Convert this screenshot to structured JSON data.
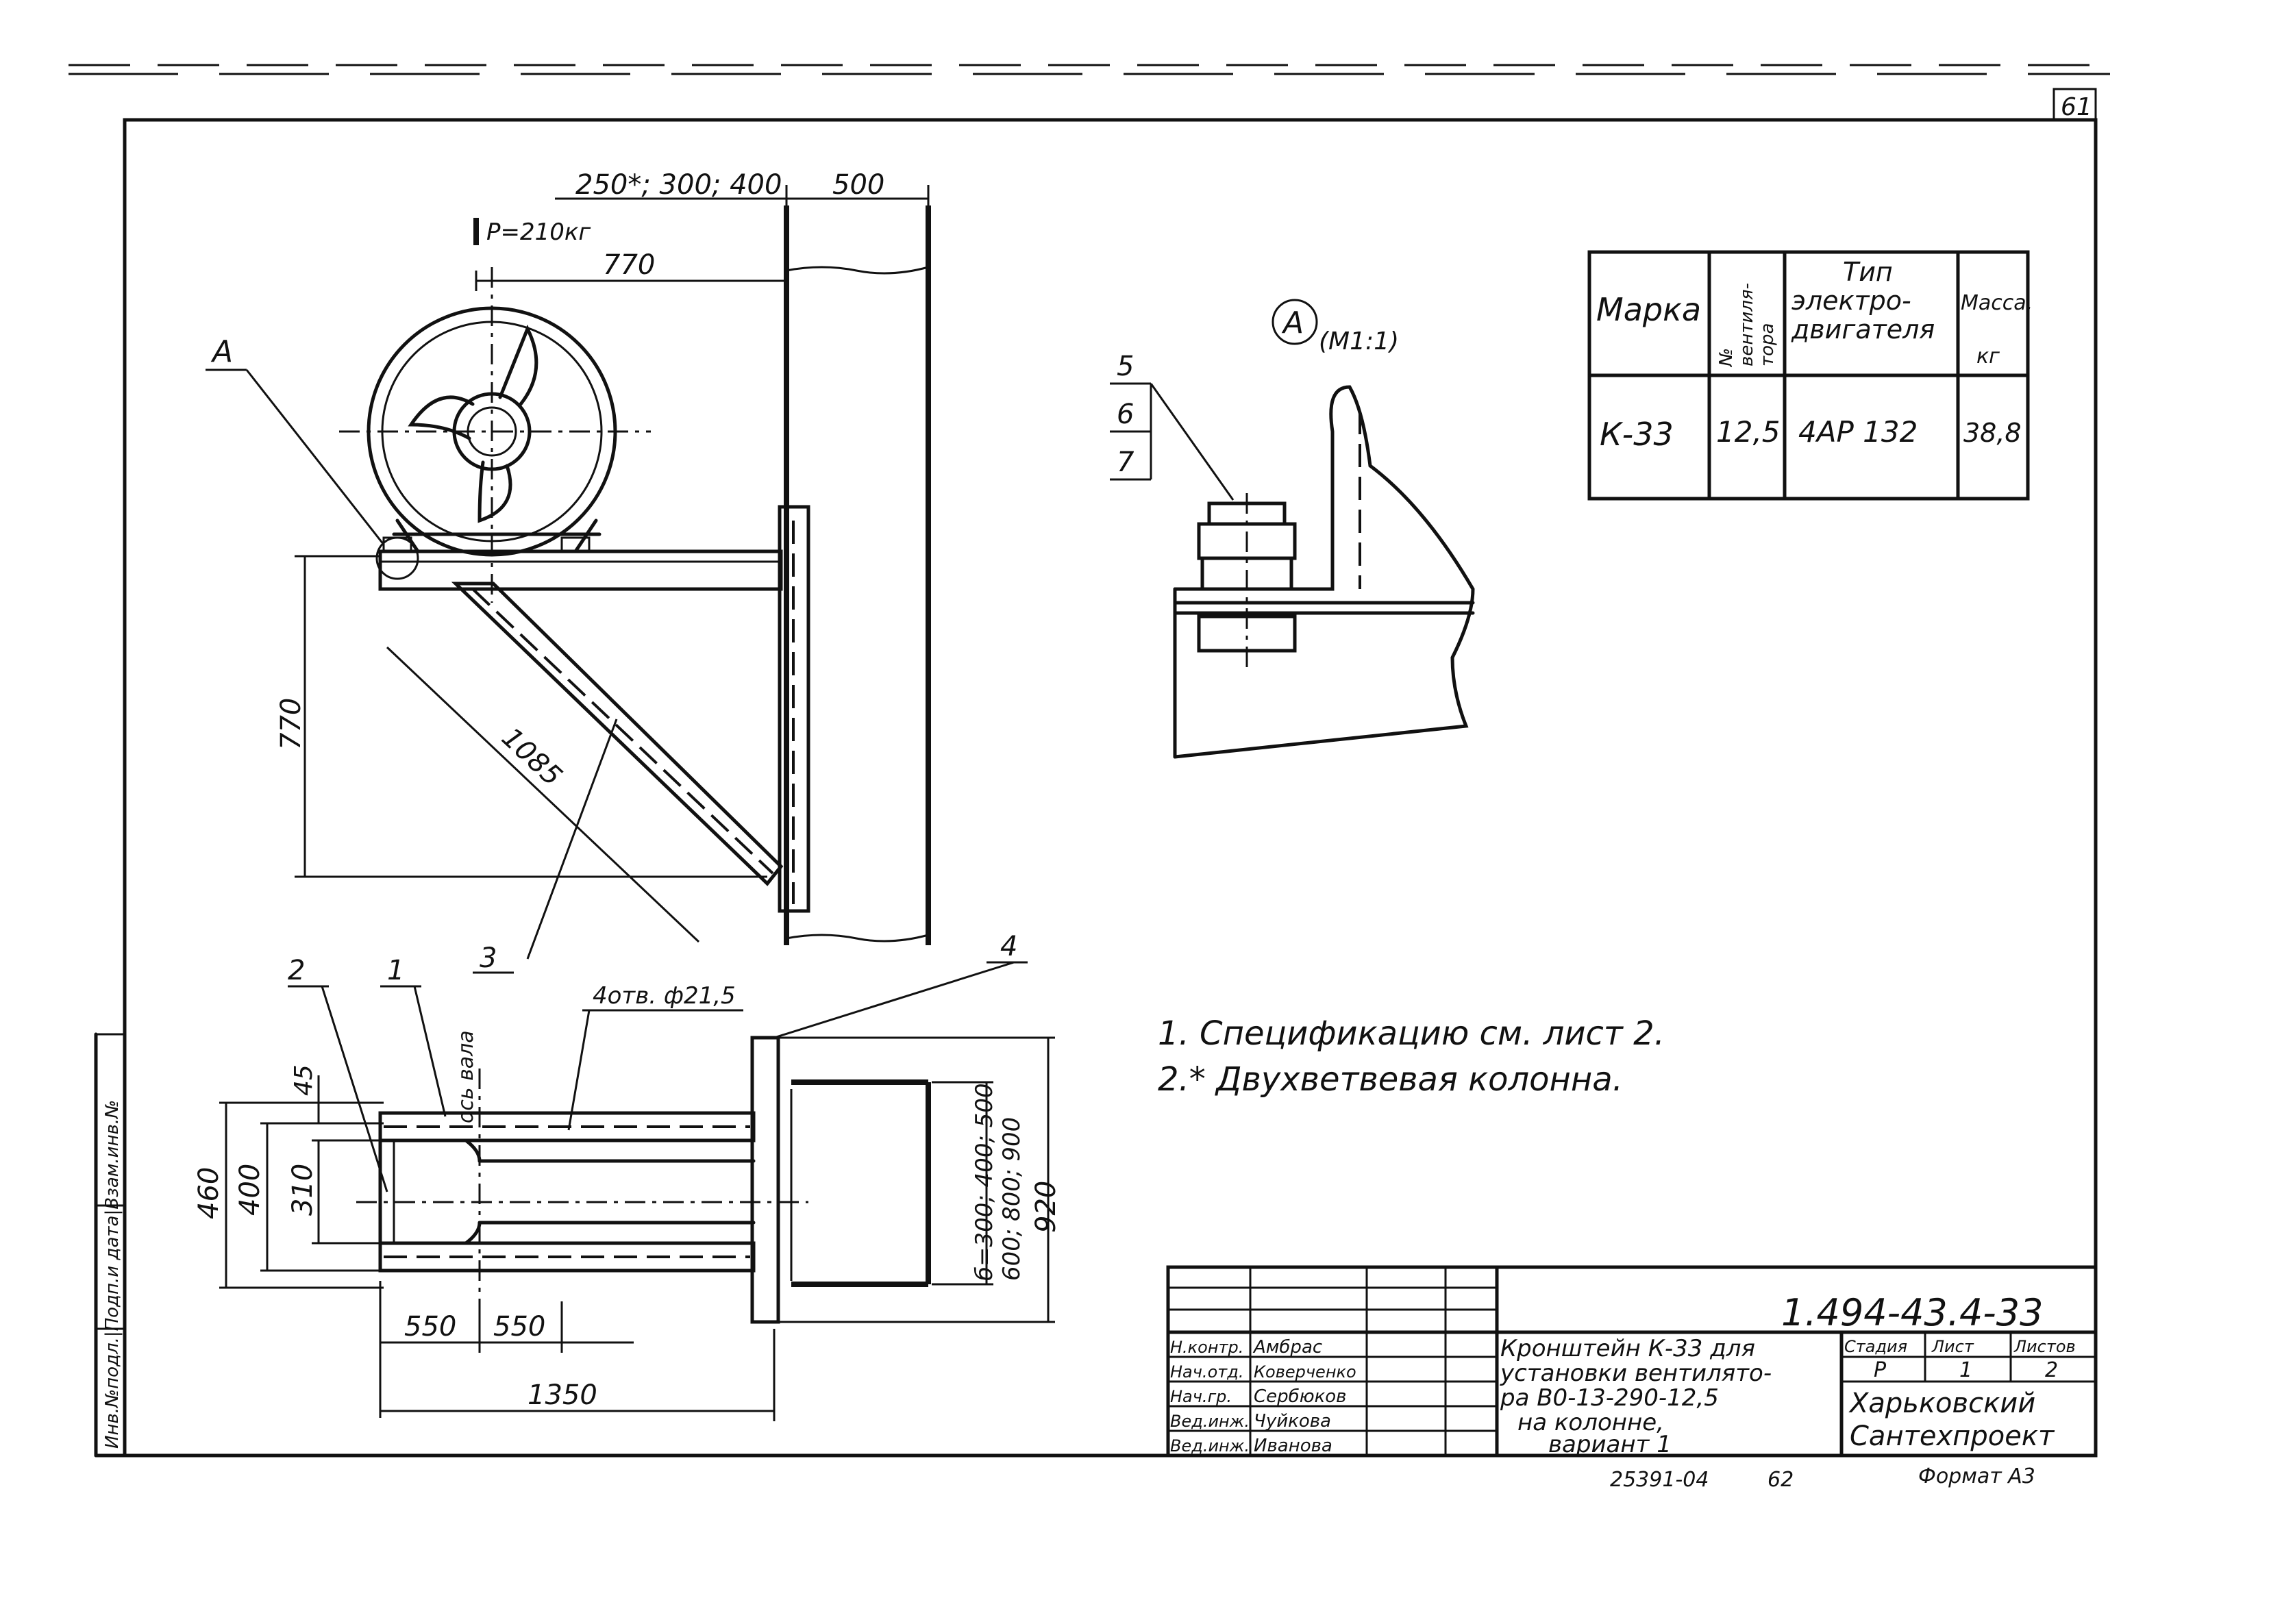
{
  "sheet": {
    "page_number": "61"
  },
  "left_stamp": {
    "text": "Инв.№подл.|Подп.и дата|Взам.инв.№"
  },
  "drawing": {
    "callout_a": "A",
    "dim_top_variants": "250*; 300; 400",
    "dim_top_500": "500",
    "load": "P=210кг",
    "dim_770_h": "770",
    "dim_770_v": "770",
    "dim_1085": "1085",
    "pos_1": "1",
    "pos_2": "2",
    "pos_3": "3",
    "pos_4": "4",
    "shaft_axis": "ось вала",
    "holes": "4отв. ф21,5",
    "dim_45": "45",
    "dim_460": "460",
    "dim_400": "400",
    "dim_310": "310",
    "dim_550_a": "550",
    "dim_550_b": "550",
    "dim_1350": "1350",
    "dim_b": "б=300; 400; 500",
    "dim_b2": "600; 800; 900",
    "dim_920": "920"
  },
  "detail": {
    "label": "A",
    "scale": "(М1:1)",
    "pos_5": "5",
    "pos_6": "6",
    "pos_7": "7"
  },
  "table": {
    "headers": [
      "Марка",
      "№ вентиля-тора",
      "Тип электро-двигателя",
      "Масса, кг"
    ],
    "header_lines": {
      "col2": [
        "№",
        "вентиля-",
        "тора"
      ],
      "col3": [
        "Тип",
        "электро-",
        "двигателя"
      ],
      "col4": [
        "Масса,",
        "кг"
      ]
    },
    "rows": [
      [
        "К-33",
        "12,5",
        "4АР 132",
        "38,8"
      ]
    ]
  },
  "notes": [
    "1. Спецификацию см. лист 2.",
    "2.* Двухветвевая колонна."
  ],
  "title_block": {
    "code": "1.494-43.4-33",
    "roles": [
      "Н.контр.",
      "Нач.отд.",
      "Нач.гр.",
      "Вед.инж.",
      "Вед.инж."
    ],
    "names": [
      "Амбрас",
      "Коверченко",
      "Сербюков",
      "Чуйкова",
      "Иванова"
    ],
    "title_lines": [
      "Кронштейн К-33 для",
      "установки вентилято-",
      "ра В0-13-290-12,5",
      "на колонне,",
      "вариант 1"
    ],
    "stage_label": "Стадия",
    "sheet_label": "Лист",
    "sheets_label": "Листов",
    "stage": "Р",
    "sheet": "1",
    "sheets": "2",
    "org_lines": [
      "Харьковский",
      "Сантехпроект"
    ]
  },
  "footer": {
    "order": "25391-04",
    "page": "62",
    "format": "Формат А3"
  }
}
